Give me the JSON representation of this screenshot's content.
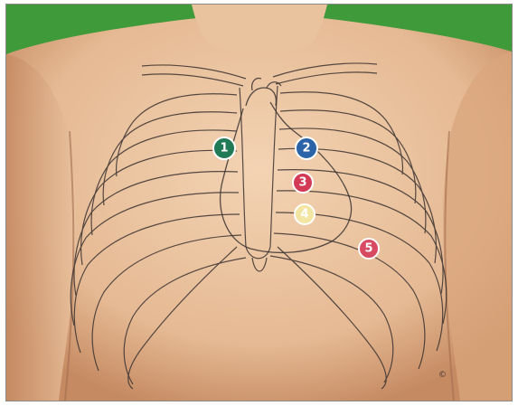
{
  "scene": {
    "background_color": "#3f9a3a",
    "skin_light": "#f3d3b3",
    "skin_mid": "#e5b993",
    "skin_shadow": "#c58a62",
    "outline_color": "#3a3230"
  },
  "markers": [
    {
      "label": "1",
      "color": "#1f7a55"
    },
    {
      "label": "2",
      "color": "#2a63a8"
    },
    {
      "label": "3",
      "color": "#d23a56"
    },
    {
      "label": "4",
      "color": "#f2e6a2"
    },
    {
      "label": "5",
      "color": "#d84a62"
    }
  ],
  "watermark_glyph": "©"
}
